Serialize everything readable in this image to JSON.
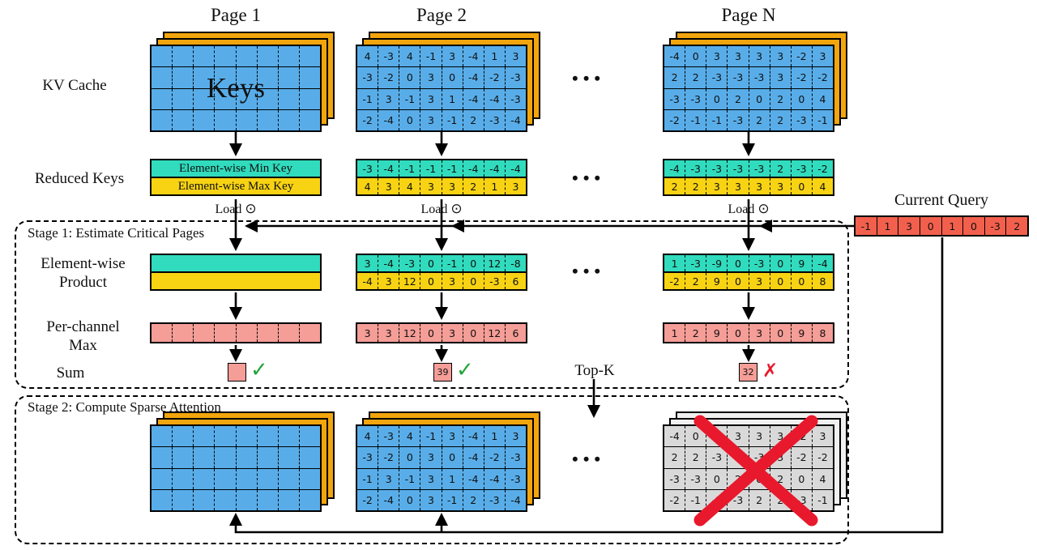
{
  "titles": {
    "page1": "Page 1",
    "page2": "Page 2",
    "pageN": "Page N",
    "dots": "•••"
  },
  "left_labels": {
    "kv_cache": "KV Cache",
    "reduced_keys": "Reduced Keys",
    "ew_product_l1": "Element-wise",
    "ew_product_l2": "Product",
    "pc_max_l1": "Per-channel",
    "pc_max_l2": "Max",
    "sum": "Sum"
  },
  "stage1": {
    "title": "Stage 1: Estimate Critical Pages",
    "top_k": "Top-K"
  },
  "stage2": {
    "title": "Stage 2: Compute Sparse Attention"
  },
  "load_label": "Load",
  "odot": "⊙",
  "keys_text": "Keys",
  "min_key_label": "Element-wise Min Key",
  "max_key_label": "Element-wise Max Key",
  "current_query": {
    "label": "Current Query",
    "values": [
      -1,
      1,
      3,
      0,
      1,
      0,
      -3,
      2
    ]
  },
  "kv": {
    "page2": [
      [
        4,
        -3,
        4,
        -1,
        3,
        -4,
        1,
        3
      ],
      [
        -3,
        -2,
        0,
        3,
        0,
        -4,
        -2,
        -3
      ],
      [
        -1,
        3,
        -1,
        3,
        1,
        -4,
        -4,
        -3
      ],
      [
        -2,
        -4,
        0,
        3,
        -1,
        2,
        -3,
        -4
      ]
    ],
    "pageN": [
      [
        -4,
        0,
        3,
        3,
        3,
        3,
        -2,
        3
      ],
      [
        2,
        2,
        -3,
        -3,
        -3,
        3,
        -2,
        -2
      ],
      [
        -3,
        -3,
        0,
        2,
        0,
        2,
        0,
        4
      ],
      [
        -2,
        -1,
        -1,
        -3,
        2,
        2,
        -3,
        -1
      ]
    ]
  },
  "reduced": {
    "page2_min": [
      -3,
      -4,
      -1,
      -1,
      -1,
      -4,
      -4,
      -4
    ],
    "page2_max": [
      4,
      3,
      4,
      3,
      3,
      2,
      1,
      3
    ],
    "pageN_min": [
      -4,
      -3,
      -3,
      -3,
      -3,
      2,
      -3,
      -2
    ],
    "pageN_max": [
      2,
      2,
      3,
      3,
      3,
      3,
      0,
      4
    ]
  },
  "product": {
    "page2_min": [
      3,
      -4,
      -3,
      0,
      -1,
      0,
      12,
      -8
    ],
    "page2_max": [
      -4,
      3,
      12,
      0,
      3,
      0,
      -3,
      6
    ],
    "pageN_min": [
      1,
      -3,
      -9,
      0,
      -3,
      0,
      9,
      -4
    ],
    "pageN_max": [
      -2,
      2,
      9,
      0,
      3,
      0,
      0,
      8
    ]
  },
  "channel_max": {
    "page2": [
      3,
      3,
      12,
      0,
      3,
      0,
      12,
      6
    ],
    "pageN": [
      1,
      2,
      9,
      0,
      3,
      0,
      9,
      8
    ]
  },
  "sums": {
    "page2": "39",
    "pageN": "32"
  },
  "marks": {
    "check": "✓",
    "cross": "✗"
  },
  "colors": {
    "matrix_blue": "#58ade9",
    "stack_orange": "#f2a50c",
    "min_teal": "#31dbbd",
    "max_yellow": "#f7d313",
    "pink_salmon": "#f59d97",
    "query_red": "#f2604d",
    "pruned_gray": "#d9d9d9",
    "check_green": "#23a33b",
    "cross_red": "#e8192c"
  }
}
